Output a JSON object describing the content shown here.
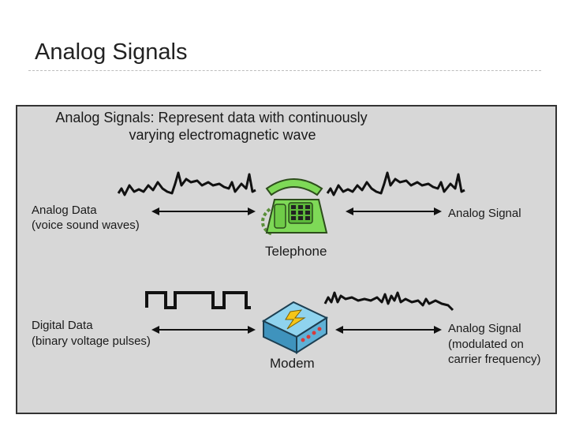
{
  "slide": {
    "title": "Analog Signals"
  },
  "figure": {
    "headline_line1": "Analog Signals: Represent data with continuously",
    "headline_line2": "varying electromagnetic wave",
    "top_row": {
      "left_label_line1": "Analog Data",
      "left_label_line2": "(voice sound waves)",
      "device_label": "Telephone",
      "right_label": "Analog Signal"
    },
    "bottom_row": {
      "left_label_line1": "Digital Data",
      "left_label_line2": "(binary voltage pulses)",
      "device_label": "Modem",
      "right_label_line1": "Analog Signal",
      "right_label_line2": "(modulated on",
      "right_label_line3": "carrier frequency)"
    },
    "icons": {
      "telephone": "telephone-icon",
      "modem": "modem-icon"
    },
    "colors": {
      "background": "#d7d7d7",
      "telephone": "#7ed957",
      "modem": "#5fb0d6",
      "lightning": "#f5c518"
    }
  }
}
